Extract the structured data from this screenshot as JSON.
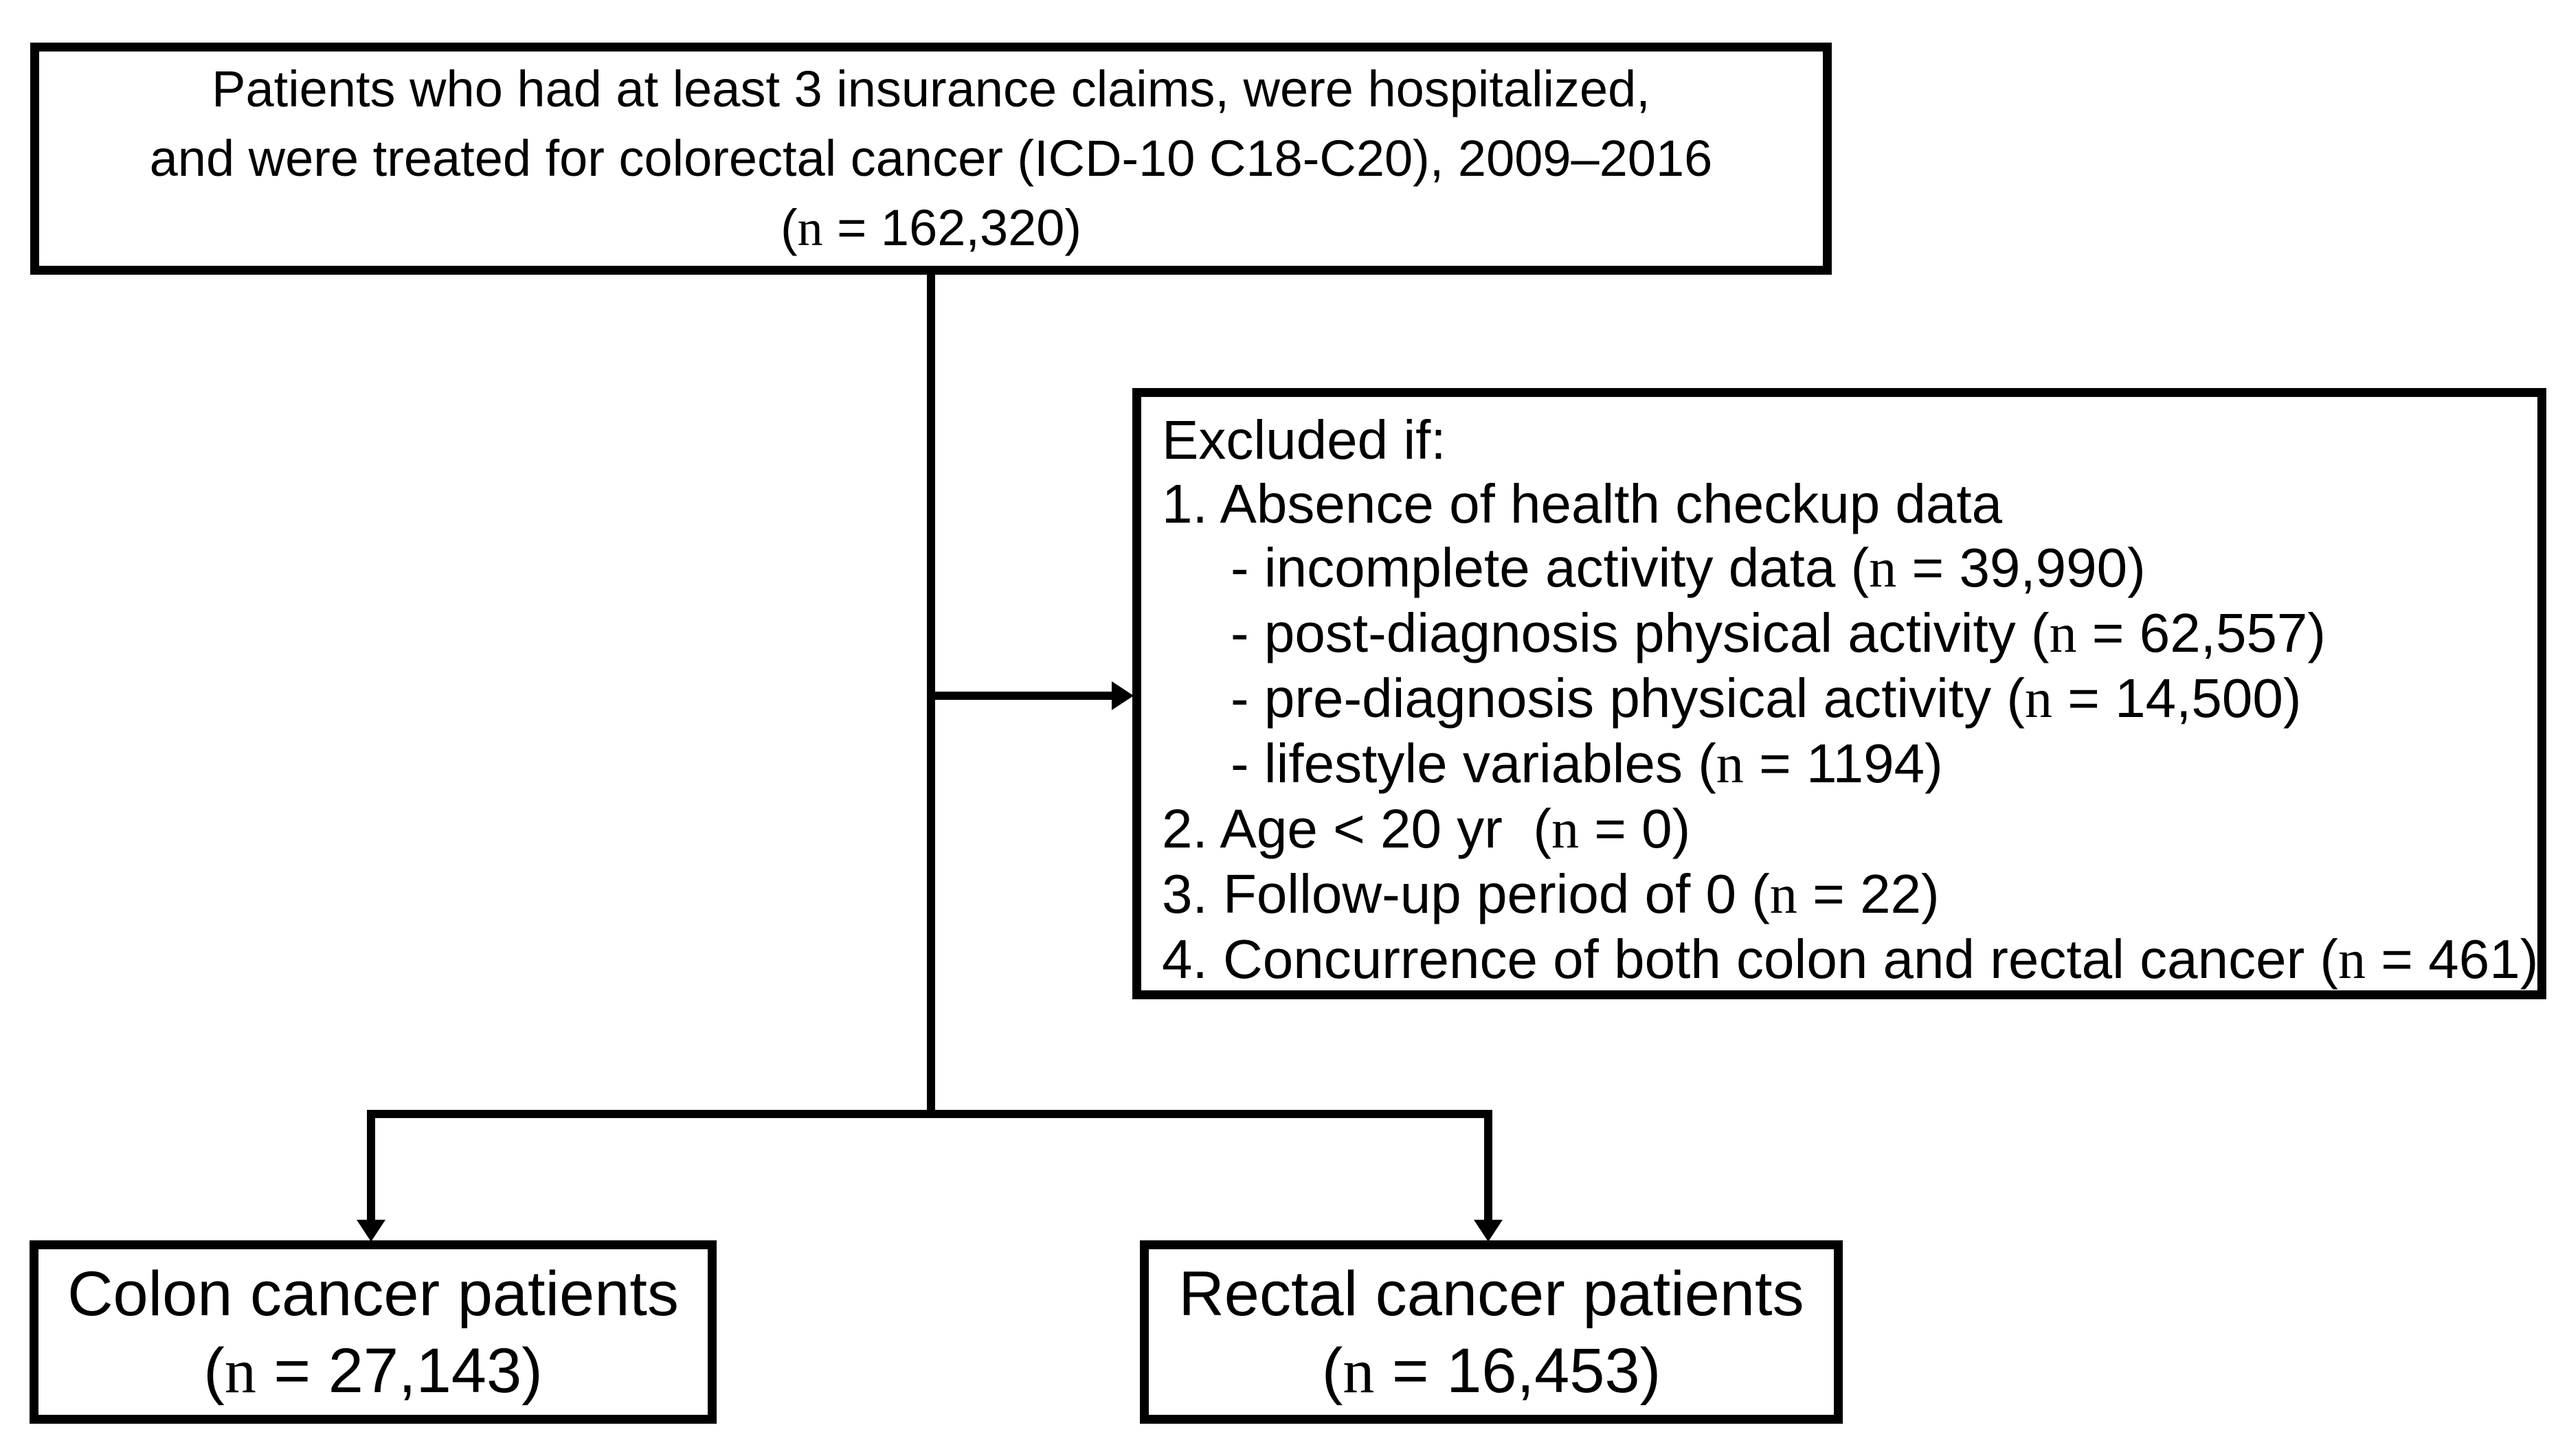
{
  "figure": {
    "source_box": {
      "lines": [
        "Patients who had at least 3 insurance claims, were hospitalized,",
        "and were treated for colorectal cancer (ICD-10 C18-C20), 2009–2016",
        "(n = 162,320)"
      ]
    },
    "exclusion_box": {
      "lines": [
        "Excluded if:",
        "1. Absence of health checkup data",
        "- incomplete activity data (n = 39,990)",
        "- post-diagnosis physical activity (n = 62,557)",
        "- pre-diagnosis physical activity (n = 14,500)",
        "- lifestyle variables (n = 1194)",
        "2. Age < 20 yr  (n = 0)",
        "3. Follow-up period of 0 (n = 22)",
        "4. Concurrence of both colon and rectal cancer (n = 461)"
      ]
    },
    "colon_box": {
      "lines": [
        "Colon cancer patients",
        "(n = 27,143)"
      ]
    },
    "rectal_box": {
      "lines": [
        "Rectal cancer patients",
        "(n = 16,453)"
      ]
    }
  },
  "colors": {
    "ink": "#000000",
    "background": "#ffffff"
  }
}
